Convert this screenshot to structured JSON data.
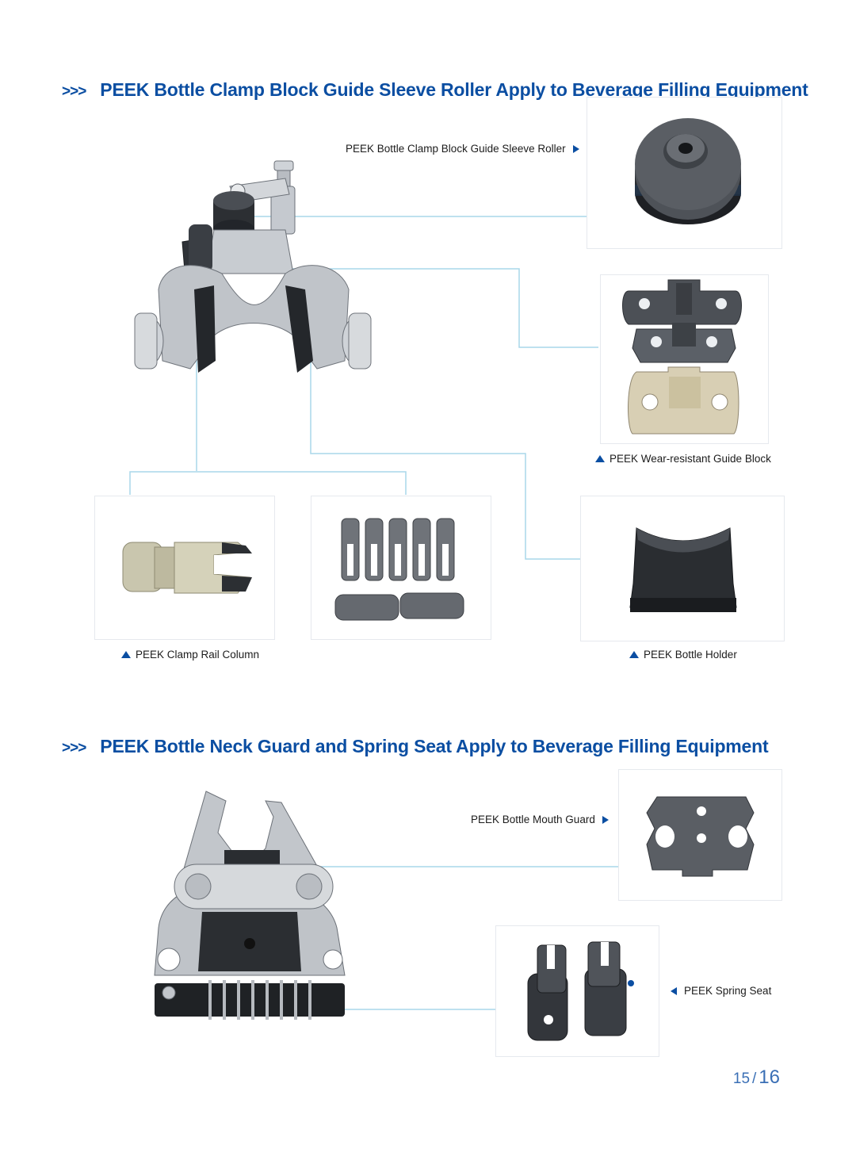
{
  "section1": {
    "arrows": ">>>",
    "title": "PEEK Bottle Clamp Block Guide Sleeve Roller Apply to Beverage Filling Equipment",
    "labels": {
      "roller": "PEEK Bottle Clamp Block Guide Sleeve Roller",
      "guide_block": "PEEK Wear-resistant Guide Block",
      "rail_column": "PEEK Clamp Rail Column",
      "bottle_holder": "PEEK Bottle Holder"
    }
  },
  "section2": {
    "arrows": ">>>",
    "title": "PEEK Bottle Neck Guard and Spring Seat Apply to Beverage Filling Equipment",
    "labels": {
      "mouth_guard": "PEEK Bottle Mouth Guard",
      "spring_seat": "PEEK Spring Seat"
    }
  },
  "page": {
    "current": "15",
    "separator": "/",
    "total": "16"
  },
  "colors": {
    "accent": "#0b4ea2",
    "connector": "#a9d7ea",
    "frame": "#e6e9ee"
  }
}
